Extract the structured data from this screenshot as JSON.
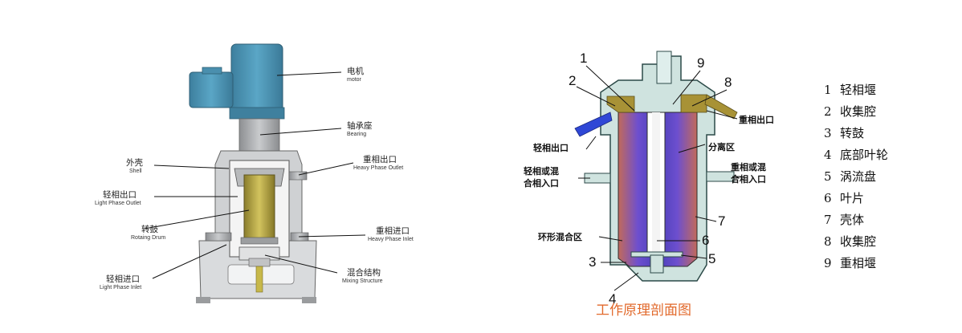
{
  "left_diagram": {
    "labels": [
      {
        "cn": "电机",
        "en": "motor"
      },
      {
        "cn": "轴承座",
        "en": "Bearing"
      },
      {
        "cn": "外壳",
        "en": "Shell"
      },
      {
        "cn": "重相出口",
        "en": "Heavy Phase Outlet"
      },
      {
        "cn": "轻相出口",
        "en": "Light Phase Outlet"
      },
      {
        "cn": "转鼓",
        "en": "Rotaing Drum"
      },
      {
        "cn": "重相进口",
        "en": "Heavy Phase Inlet"
      },
      {
        "cn": "混合结构",
        "en": "Mixing Structure"
      },
      {
        "cn": "轻相进口",
        "en": "Light Phase Inlet"
      }
    ]
  },
  "right_diagram": {
    "numbers": [
      "1",
      "2",
      "9",
      "8",
      "7",
      "6",
      "5",
      "3",
      "4"
    ],
    "side_labels": [
      "重相出口",
      "轻相出口",
      "分离区",
      "轻相或混",
      "合相入口",
      "重相或混",
      "合相入口",
      "环形混合区"
    ],
    "caption": "工作原理剖面图"
  },
  "legend": [
    {
      "num": "1",
      "name": "轻相堰"
    },
    {
      "num": "2",
      "name": "收集腔"
    },
    {
      "num": "3",
      "name": "转鼓"
    },
    {
      "num": "4",
      "name": "底部叶轮"
    },
    {
      "num": "5",
      "name": "涡流盘"
    },
    {
      "num": "6",
      "name": "叶片"
    },
    {
      "num": "7",
      "name": "壳体"
    },
    {
      "num": "8",
      "name": "收集腔"
    },
    {
      "num": "9",
      "name": "重相堰"
    }
  ],
  "colors": {
    "motor": "#4f97b8",
    "metal": "#a9abad",
    "drum": "#b7a846",
    "cavity": "#5a44c6",
    "caption": "#e26a2c"
  }
}
